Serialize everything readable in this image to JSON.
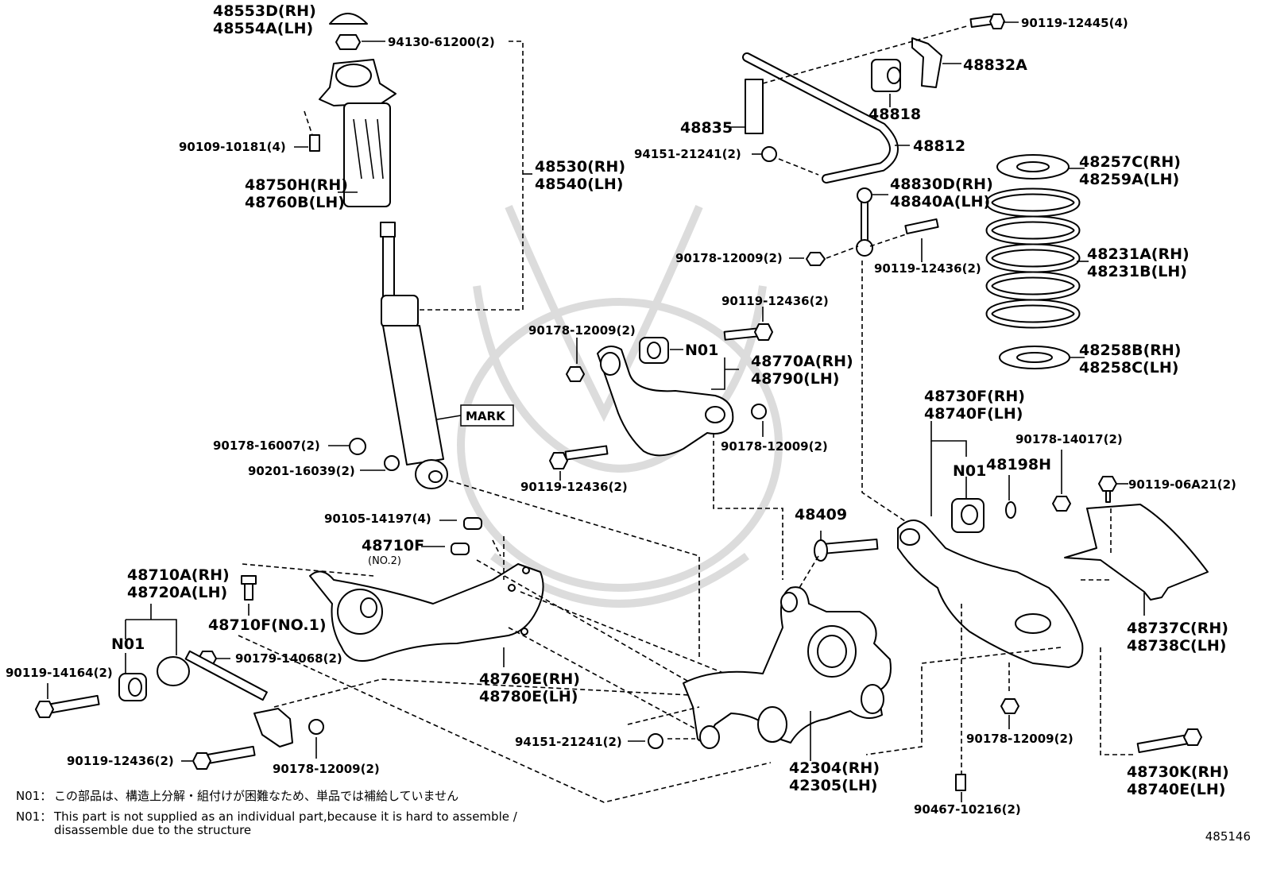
{
  "diagram": {
    "type": "exploded-parts-diagram",
    "line_color": "#000000",
    "background": "#ffffff",
    "watermark_color": "#d9d9d9",
    "diagram_id": "485146",
    "labels": {
      "shock_cap_rh": "48553D(RH)",
      "shock_cap_lh": "48554A(LH)",
      "nut_94130": "94130-61200(2)",
      "bolt_90109": "90109-10181(4)",
      "boot_rh": "48750H(RH)",
      "boot_lh": "48760B(LH)",
      "absorber_rh": "48530(RH)",
      "absorber_lh": "48540(LH)",
      "mark": "MARK",
      "nut_90178_16007": "90178-16007(2)",
      "washer_90201": "90201-16039(2)",
      "bolt_90119_12445": "90119-12445(4)",
      "bracket_48832a": "48832A",
      "bushing_48818": "48818",
      "bracket_48835": "48835",
      "stabilizer_48812": "48812",
      "nut_94151_top": "94151-21241(2)",
      "link_rh": "48830D(RH)",
      "link_lh": "48840A(LH)",
      "nut_90178_link": "90178-12009(2)",
      "bolt_90119_link": "90119-12436(2)",
      "seat_upper_rh": "48257C(RH)",
      "seat_upper_lh": "48259A(LH)",
      "spring_rh": "48231A(RH)",
      "spring_lh": "48231B(LH)",
      "seat_lower_rh": "48258B(RH)",
      "seat_lower_lh": "48258C(LH)",
      "bolt_90119_upper_arm": "90119-12436(2)",
      "nut_90178_upper_arm_l": "90178-12009(2)",
      "n01_upper": "N01",
      "upper_arm_rh": "48770A(RH)",
      "upper_arm_lh": "48790(LH)",
      "nut_90178_upper_arm_r": "90178-12009(2)",
      "bolt_90119_upper_arm_lower": "90119-12436(2)",
      "lower_arm_rh": "48730F(RH)",
      "lower_arm_lh": "48740F(LH)",
      "n01_lower": "N01",
      "washer_48198h": "48198H",
      "nut_90178_14017": "90178-14017(2)",
      "bolt_90119_06a21": "90119-06A21(2)",
      "bolt_48409": "48409",
      "bolt_90105": "90105-14197(4)",
      "bolt_48710f_no2": "48710F",
      "no2": "(NO.2)",
      "toe_arm_rh": "48710A(RH)",
      "toe_arm_lh": "48720A(LH)",
      "bolt_48710f_no1": "48710F(NO.1)",
      "n01_toe": "N01",
      "bolt_90119_14164": "90119-14164(2)",
      "nut_90179": "90179-14068(2)",
      "trailing_arm_rh": "48760E(RH)",
      "trailing_arm_lh": "48780E(LH)",
      "cover_rh": "48737C(RH)",
      "cover_lh": "48738C(LH)",
      "nut_94151_bottom": "94151-21241(2)",
      "bolt_90119_toe": "90119-12436(2)",
      "nut_90178_toe": "90178-12009(2)",
      "knuckle_rh": "42304(RH)",
      "knuckle_lh": "42305(LH)",
      "nut_90178_lower_arm": "90178-12009(2)",
      "bolt_lower_arm_rh": "48730K(RH)",
      "bolt_lower_arm_lh": "48740E(LH)",
      "bolt_90467": "90467-10216(2)"
    }
  },
  "notes": {
    "jp_tag": "N01：",
    "jp_text": "この部品は、構造上分解・組付けが困難なため、単品では補給していません",
    "en_tag": "N01：",
    "en_text_line1": "This part is not supplied as an individual part,because it is hard to assemble /",
    "en_text_line2": "disassemble due to the structure"
  }
}
